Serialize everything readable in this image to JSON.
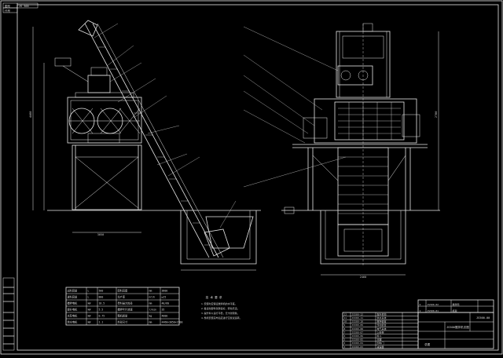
{
  "title_block": {
    "top_left_box_1": "图号",
    "top_left_box_2": "JS 500",
    "top_left_box_3": "代号",
    "drawing_code": "JS500-00",
    "drawing_name": "JS500搅拌机总图",
    "scale_label": "总图"
  },
  "specs_table": {
    "rows": [
      [
        "出料容量",
        "L",
        "500",
        "卸料高度",
        "mm",
        "3800"
      ],
      [
        "进料容量",
        "L",
        "800",
        "生产率",
        "m³/h",
        "≥25"
      ],
      [
        "搅拌电机",
        "kW",
        "18.5",
        "骨料最大粒径",
        "mm",
        "40/60"
      ],
      [
        "提升电机",
        "kW",
        "5.5",
        "搅拌叶片转速",
        "r/min",
        "35"
      ],
      [
        "水泵电机",
        "kW",
        "0.75",
        "整机质量",
        "kg",
        "4000"
      ],
      [
        "供水电机",
        "kW",
        "1.1",
        "外形尺寸",
        "mm",
        "4460×3050×2700"
      ]
    ]
  },
  "tech_notes": {
    "heading": "技 术 要 求",
    "lines": [
      "1.安装时应保证搅拌机的水平度。",
      "2.各运动部件润滑良好，转动灵活。",
      "3.提升料斗运行平稳，无卡滞现象。",
      "4.整机安装完毕后应进行空载试运转。"
    ]
  },
  "parts_list_left": [
    [
      "12",
      "JS500-12",
      "提升机构"
    ],
    [
      "11",
      "JS500-11",
      "供水系统"
    ],
    [
      "10",
      "JS500-10",
      "搅拌装置"
    ],
    [
      "9",
      "JS500-09",
      "传动装置"
    ],
    [
      "8",
      "JS500-08",
      "电气系统"
    ],
    [
      "7",
      "JS500-07",
      "上料架"
    ],
    [
      "6",
      "JS500-06",
      "料斗"
    ],
    [
      "5",
      "JS500-05",
      "支腿"
    ],
    [
      "4",
      "JS500-04",
      "卸料门"
    ],
    [
      "3",
      "JS500-03",
      "减速器"
    ]
  ],
  "parts_list_right": [
    [
      "2",
      "JS500-02",
      "搅拌筒"
    ],
    [
      "1",
      "JS500-01",
      "机架"
    ]
  ],
  "dimensions": {
    "left_view_width": "3050",
    "right_view_width": "2460",
    "left_view_height": "4460",
    "right_view_height": "2700"
  }
}
